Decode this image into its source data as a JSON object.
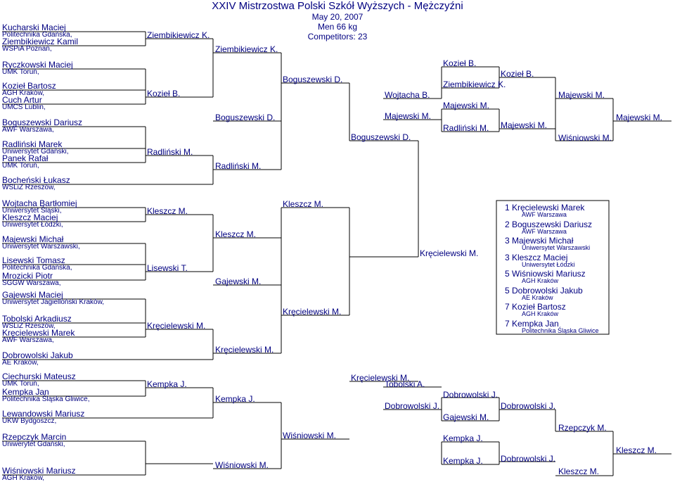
{
  "header": {
    "title": "XXIV Mistrzostwa Polski Szkół Wyższych - Mężczyźni",
    "date": "May 20, 2007",
    "category": "Men 66  kg",
    "competitors": "Competitors: 23"
  },
  "entries": [
    {
      "name": "Kucharski Maciej",
      "club": "Politechnika Gdańska,"
    },
    {
      "name": "Ziembikiewicz Kamil",
      "club": "WSPiA Poznań,"
    },
    {
      "name": "Ryczkowski Maciej",
      "club": "UMK Toruń,"
    },
    {
      "name": "Kozieł Bartosz",
      "club": "AGH Kraków,"
    },
    {
      "name": "Cuch Artur",
      "club": "UMCS Lublin,"
    },
    {
      "name": "Boguszewski Dariusz",
      "club": "AWF Warszawa,"
    },
    {
      "name": "Radliński Marek",
      "club": "Uniwersytet Gdański,"
    },
    {
      "name": "Panek Rafał",
      "club": "UMK Toruń,"
    },
    {
      "name": "Bocheński Łukasz",
      "club": "WSLiZ Rzeszów,"
    },
    {
      "name": "Wojtacha Bartłomiej",
      "club": "Uniwersytet Śląski,"
    },
    {
      "name": "Kleszcz Maciej",
      "club": "Uniwersytet Łódzki,"
    },
    {
      "name": "Majewski Michał",
      "club": "Uniwersytet Warszawski,"
    },
    {
      "name": "Lisewski Tomasz",
      "club": "Politechnika Gdańska,"
    },
    {
      "name": "Mrozicki Piotr",
      "club": "SGGW Warszawa,"
    },
    {
      "name": "Gajewski Maciej",
      "club": "Uniwersytet Jagielloński Kraków,"
    },
    {
      "name": "Tobolski Arkadiusz",
      "club": "WSLiZ Rzeszów,"
    },
    {
      "name": "Kręcielewski Marek",
      "club": "AWF Warszawa,"
    },
    {
      "name": "Dobrowolski Jakub",
      "club": "AE Kraków,"
    },
    {
      "name": "Ciechurski Mateusz",
      "club": "UMK Toruń,"
    },
    {
      "name": "Kempka Jan",
      "club": "Politechnika Śląska Gliwice,"
    },
    {
      "name": "Lewandowski Mariusz",
      "club": "UKW Bydgoszcz,"
    },
    {
      "name": "Rzepczyk Marcin",
      "club": "Uniwerytet Gdański,"
    },
    {
      "name": "Wiśniowski Mariusz",
      "club": "AGH Kraków,"
    }
  ],
  "winners": [
    "Ziembikiewicz K.",
    "Ziembikiewicz K.",
    "Kozieł B.",
    "Boguszewski D.",
    "Radliński M.",
    "Radliński M.",
    "Boguszewski D.",
    "Kleszcz M.",
    "Kleszcz M.",
    "Lisewski T.",
    "Gajewski M.",
    "Kleszcz M.",
    "Kręcielewski M.",
    "Kręcielewski M.",
    "Kręcielewski M.",
    "Kempka J.",
    "Kempka J.",
    "Wiśniowski M.",
    "Wiśniowski M.",
    "Boguszewski D.",
    "Kręcielewski M.",
    "Kozieł B.",
    "Ziembikiewicz K.",
    "Wojtacha B.",
    "Majewski M.",
    "Majewski M.",
    "Radliński M.",
    "Kozieł B.",
    "Majewski M.",
    "Majewski M.",
    "Wiśniowski M.",
    "Majewski M.",
    "Kręcielewski M.",
    "Tobolski A.",
    "Dobrowolski J.",
    "Dobrowolski J.",
    "Gajewski M.",
    "Dobrowolski J.",
    "Rzepczyk M.",
    "Kempka J.",
    "Kempka J.",
    "Dobrowolski J.",
    "Kleszcz M.",
    "Kleszcz M."
  ],
  "results": [
    {
      "place": "1",
      "name": "Kręcielewski Marek",
      "club": "AWF Warszawa"
    },
    {
      "place": "2",
      "name": "Boguszewski Dariusz",
      "club": "AWF Warszawa"
    },
    {
      "place": "3",
      "name": "Majewski Michał",
      "club": "Uniwersytet Warszawski"
    },
    {
      "place": "3",
      "name": "Kleszcz Maciej",
      "club": "Uniwersytet Łódzki"
    },
    {
      "place": "5",
      "name": "Wiśniowski Mariusz",
      "club": "AGH Kraków"
    },
    {
      "place": "5",
      "name": "Dobrowolski Jakub",
      "club": "AE Kraków"
    },
    {
      "place": "7",
      "name": "Kozieł Bartosz",
      "club": "AGH Kraków"
    },
    {
      "place": "7",
      "name": "Kempka Jan",
      "club": "Politechnika Śląska Gliwice"
    }
  ],
  "colors": {
    "text": "#000080",
    "lines": "#000000",
    "background": "#ffffff"
  }
}
